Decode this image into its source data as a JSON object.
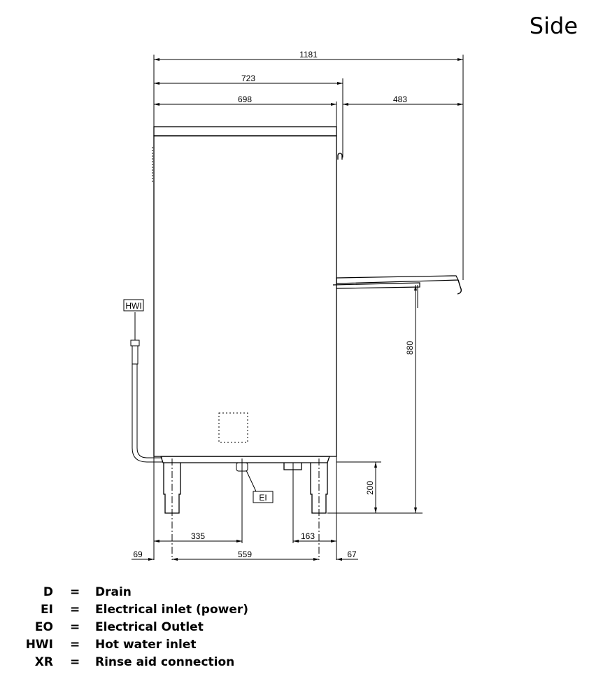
{
  "title": "Side",
  "dimensions": {
    "overall_width": "1181",
    "body_depth": "723",
    "top_depth": "698",
    "door_extension": "483",
    "shelf_height": "880",
    "leg_height": "200",
    "ei_offset": "335",
    "drain_offset": "163",
    "leg_spacing": "559",
    "left_leg_offset": "69",
    "right_leg_offset": "67"
  },
  "callouts": {
    "hwi": "HWI",
    "ei": "EI"
  },
  "legend": [
    {
      "code": "D",
      "eq": "=",
      "desc": "Drain"
    },
    {
      "code": "EI",
      "eq": "=",
      "desc": "Electrical inlet (power)"
    },
    {
      "code": "EO",
      "eq": "=",
      "desc": "Electrical Outlet"
    },
    {
      "code": "HWI",
      "eq": "=",
      "desc": "Hot water inlet"
    },
    {
      "code": "XR",
      "eq": "=",
      "desc": "Rinse aid connection"
    }
  ]
}
